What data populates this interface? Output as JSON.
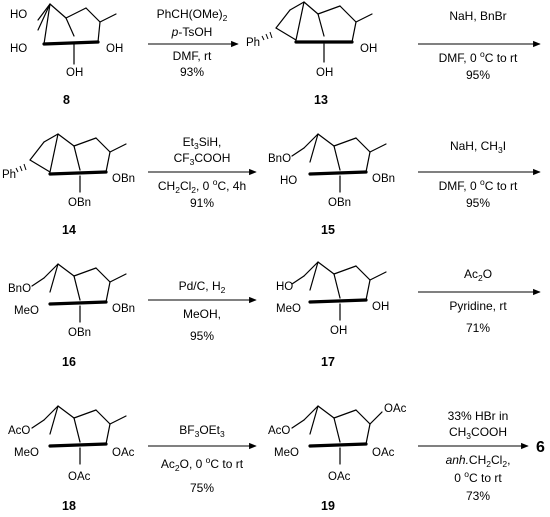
{
  "compounds": [
    {
      "id": "8",
      "label": "8",
      "atoms": [
        "HO",
        "HO",
        "OH",
        "OH"
      ]
    },
    {
      "id": "13",
      "label": "13",
      "atoms": [
        "Ph",
        "OH",
        "OH"
      ]
    },
    {
      "id": "14",
      "label": "14",
      "atoms": [
        "Ph",
        "OBn",
        "OBn"
      ]
    },
    {
      "id": "15",
      "label": "15",
      "atoms": [
        "BnO",
        "HO",
        "OBn",
        "OBn"
      ]
    },
    {
      "id": "16",
      "label": "16",
      "atoms": [
        "BnO",
        "MeO",
        "OBn",
        "OBn"
      ]
    },
    {
      "id": "17",
      "label": "17",
      "atoms": [
        "HO",
        "MeO",
        "OH",
        "OH"
      ]
    },
    {
      "id": "18",
      "label": "18",
      "atoms": [
        "AcO",
        "MeO",
        "OAc",
        "OAc"
      ]
    },
    {
      "id": "19",
      "label": "19",
      "atoms": [
        "AcO",
        "MeO",
        "OAc",
        "OAc",
        "OAc"
      ]
    }
  ],
  "reactions": [
    {
      "id": "r1",
      "above": [
        "PhCH(OMe)",
        "p",
        "-TsOH"
      ],
      "below": [
        "DMF, rt",
        "93%"
      ]
    },
    {
      "id": "r2",
      "above": [
        "NaH, BnBr"
      ],
      "below": [
        "DMF, 0 ",
        "o",
        "C to rt",
        "95%"
      ]
    },
    {
      "id": "r3",
      "above": [
        "Et",
        "3",
        "SiH,",
        "CF",
        "3",
        "COOH"
      ],
      "below": [
        "CH",
        "2",
        "Cl",
        "2",
        ", 0 ",
        "o",
        "C, 4h",
        "91%"
      ]
    },
    {
      "id": "r4",
      "above": [
        "NaH, CH",
        "3",
        "I"
      ],
      "below": [
        "DMF, 0 ",
        "o",
        "C to rt",
        "95%"
      ]
    },
    {
      "id": "r5",
      "above": [
        "Pd/C, H",
        "2"
      ],
      "below": [
        "MeOH,",
        "95%"
      ]
    },
    {
      "id": "r6",
      "above": [
        "Ac",
        "2",
        "O"
      ],
      "below": [
        "Pyridine, rt",
        "71%"
      ]
    },
    {
      "id": "r7",
      "above": [
        "BF",
        "3",
        "OEt",
        "3"
      ],
      "below": [
        "Ac",
        "2",
        "O, 0 ",
        "o",
        "C to rt",
        "75%"
      ]
    },
    {
      "id": "r8",
      "above": [
        "33% HBr in",
        "CH",
        "3",
        "COOH"
      ],
      "below": [
        "anh.",
        "CH",
        "2",
        "Cl",
        "2",
        ",",
        "0 ",
        "o",
        "C to rt",
        "73%"
      ]
    }
  ],
  "product": {
    "label": "6"
  },
  "subscripts": {
    "two": "2"
  }
}
